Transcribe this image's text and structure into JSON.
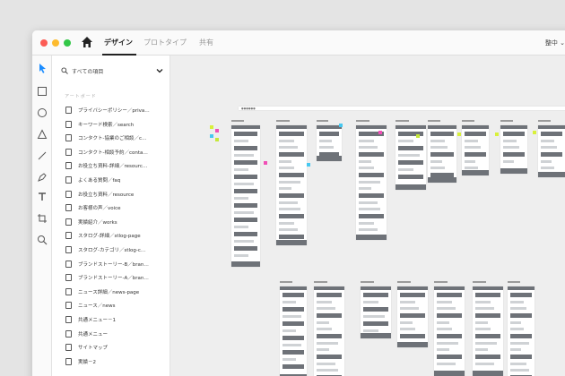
{
  "tabs": {
    "design": "デザイン",
    "prototype": "プロトタイプ",
    "share": "共有"
  },
  "status": "整中 ⌄",
  "search": {
    "label": "すべての項目"
  },
  "section_label": "アートボード",
  "artboards": [
    "プライバシーポリシー／priva…",
    "キーワード検索／search",
    "コンタクト-協業のご相談／c…",
    "コンタクト-相談予約／conta…",
    "お役立ち資料-詳細／resourc…",
    "よくある質問／faq",
    "お役立ち資料／resource",
    "お客様の声／voice",
    "実績紹介／works",
    "スタログ-詳細／stlog-page",
    "スタログ-カテゴリ／stlog-c…",
    "ブランドストーリー-B／bran…",
    "ブランドストーリー-A／bran…",
    "ニュース詳細／news-page",
    "ニュース／news",
    "共通メニュー－1",
    "共通メニュー",
    "サイトマップ",
    "実績－2"
  ],
  "colors": {
    "accent": "#1a8cff",
    "dark_block": "#6e7278",
    "sticky": [
      "#d8f03a",
      "#f04fb6",
      "#46c8f0",
      "#c5e83a"
    ]
  }
}
